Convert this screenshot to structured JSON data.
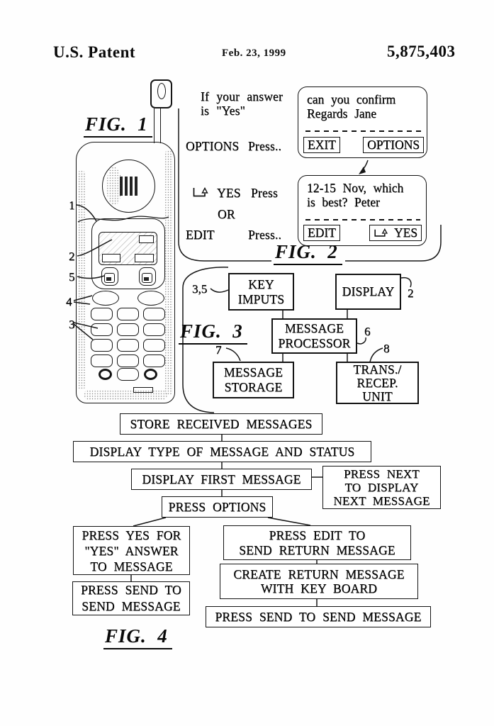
{
  "header": {
    "title": "U.S. Patent",
    "date": "Feb. 23, 1999",
    "patent_number": "5,875,403"
  },
  "fig1": {
    "label": "FIG.  1",
    "refs": {
      "body": "1",
      "display": "2",
      "keypad": "3",
      "function_keys": "4",
      "soft_keys": "5"
    }
  },
  "fig2": {
    "label": "FIG.  2",
    "instructions": {
      "answer_line1": "If your answer",
      "answer_line2": "is \"Yes\"",
      "options_key": "OPTIONS",
      "options_press": "Press..",
      "yes_key": "YES",
      "yes_press": "Press",
      "or": "OR",
      "edit_key": "EDIT",
      "edit_press": "Press.."
    },
    "screen1": {
      "line1": "can you confirm",
      "line2": "Regards Jane",
      "exit_button": "EXIT",
      "options_button": "OPTIONS"
    },
    "screen2": {
      "line1": "12-15 Nov, which",
      "line2": "is best? Peter",
      "edit_button": "EDIT",
      "yes_button": "YES"
    }
  },
  "fig3": {
    "label": "FIG.  3",
    "boxes": {
      "key_inputs": [
        "KEY",
        "IMPUTS"
      ],
      "display": [
        "DISPLAY"
      ],
      "processor": [
        "MESSAGE",
        "PROCESSOR"
      ],
      "storage": [
        "MESSAGE",
        "STORAGE"
      ],
      "transceiver": [
        "TRANS./",
        "RECEP.",
        "UNIT"
      ]
    },
    "refs": {
      "key_inputs": "3,5",
      "display": "2",
      "processor": "6",
      "storage": "7",
      "transceiver": "8"
    }
  },
  "fig4": {
    "label": "FIG.  4",
    "steps": {
      "store": [
        "STORE RECEIVED MESSAGES"
      ],
      "display_type": [
        "DISPLAY TYPE OF MESSAGE AND STATUS"
      ],
      "display_first": [
        "DISPLAY FIRST MESSAGE"
      ],
      "press_next": [
        "PRESS NEXT",
        "TO DISPLAY",
        "NEXT MESSAGE"
      ],
      "press_options": [
        "PRESS OPTIONS"
      ],
      "press_yes": [
        "PRESS YES FOR",
        "\"YES\" ANSWER",
        "TO MESSAGE"
      ],
      "press_edit": [
        "PRESS EDIT TO",
        "SEND RETURN MESSAGE"
      ],
      "send_left": [
        "PRESS SEND TO",
        "SEND MESSAGE"
      ],
      "create_return": [
        "CREATE RETURN MESSAGE",
        "WITH KEY BOARD"
      ],
      "send_bottom": [
        "PRESS SEND TO SEND MESSAGE"
      ]
    }
  },
  "colors": {
    "ink": "#0a0a0a",
    "paper": "#fefefe"
  }
}
